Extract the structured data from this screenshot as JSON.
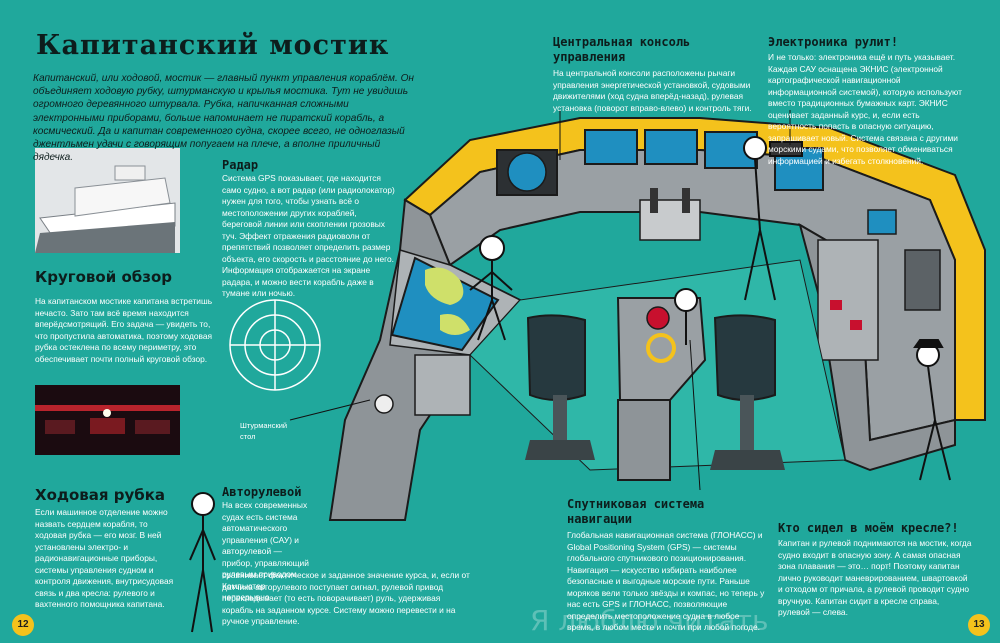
{
  "page_title": "Капитанский мостик",
  "intro": "Капитанский, или ходовой, мостик — главный пункт управления кораблём. Он объединяет ходовую рубку, штурманскую и крылья мостика. Тут не увидишь огромного деревянного штурвала. Рубка, напичканная сложными электронными приборами, больше напоминает не пиратский корабль, а космический. Да и капитан современного судна, скорее всего, не одноглазый джентльмен удачи с говорящим попугаем на плече, а вполне приличный дядечка.",
  "sections": {
    "round_view": {
      "heading": "Круговой обзор",
      "text": "На капитанском мостике капитана встретишь нечасто. Зато там всё время находится вперёдсмотрящий. Его задача — увидеть то, что пропустила автоматика, поэтому ходовая рубка остеклена по всему периметру, это обеспечивает почти полный круговой обзор."
    },
    "wheelhouse": {
      "heading": "Ходовая рубка",
      "text": "Если машинное отделение можно назвать сердцем корабля, то ходовая рубка — его мозг. В ней установлены электро- и радионавигационные приборы, системы управления судном и контроля движения, внутрисудовая связь и два кресла: рулевого и вахтенного помощника капитана."
    },
    "radar": {
      "heading": "Радар",
      "text": "Система GPS показывает, где находится само судно, а вот радар (или радиолокатор) нужен для того, чтобы узнать всё о местоположении других кораблей, береговой линии или скоплении грозовых туч. Эффект отражения радиоволн от препятствий позволяет определить размер объекта, его скорость и расстояние до него. Информация отображается на экране радара, и можно вести корабль даже в тумане или ночью."
    },
    "autopilot": {
      "heading": "Авторулевой",
      "text_narrow": "На всех современных судах есть система автоматического управления (САУ) и авторулевой — прибор, управляющий рулевым приводом. Компьютер непрерывно",
      "text_wide": "сравнивает фактическое и заданное значение курса, и, если от датчика авторулевого поступает сигнал, рулевой привод перекладывает (то есть поворачивает) руль, удерживая корабль на заданном курсе. Систему можно перевести и на ручное управление."
    },
    "console": {
      "heading": "Центральная консоль управления",
      "text": "На центральной консоли расположены рычаги управления энергетической установкой, судовыми движителями (ход судна вперёд-назад), рулевая установка (поворот вправо-влево) и контроль тяги."
    },
    "electronics": {
      "heading": "Электроника рулит!",
      "text": "И не только: электроника ещё и путь указывает. Каждая САУ оснащена ЭКНИС (электронной картографической навигационной информационной системой), которую используют вместо традиционных бумажных карт. ЭКНИС оценивает заданный курс, и, если есть вероятность попасть в опасную ситуацию, запрашивает новый. Система связана с другими морскими судами, что позволяет обмениваться информацией и избегать столкновений."
    },
    "satnav": {
      "heading": "Спутниковая система навигации",
      "text": "Глобальная навигационная система (ГЛОНАСС) и Global Positioning System (GPS) — системы глобального спутникового позиционирования. Навигация — искусство избирать наиболее безопасные и выгодные морские пути. Раньше моряков вели только звёзды и компас, но теперь у нас есть GPS и ГЛОНАСС, позволяющие определить местоположение судна в любое время, в любом месте и почти при любой погоде."
    },
    "who_sat": {
      "heading": "Кто сидел в моём кресле?!",
      "text": "Капитан и рулевой поднимаются на мостик, когда судно входит в опасную зону. А самая опасная зона плавания — это… порт! Поэтому капитан лично руководит маневрированием, швартовкой и отходом от причала, а рулевой проводит судно вручную. Капитан сидит в кресле справа, рулевой — слева."
    }
  },
  "labels": {
    "chart_table": "Штурманский стол"
  },
  "page_numbers": {
    "left": "12",
    "right": "13"
  },
  "watermark": "Я люблю читать",
  "colors": {
    "background": "#20a89c",
    "console_trim": "#f4c21c",
    "console_body": "#9aa0a4",
    "floor": "#2fb7a8"
  }
}
